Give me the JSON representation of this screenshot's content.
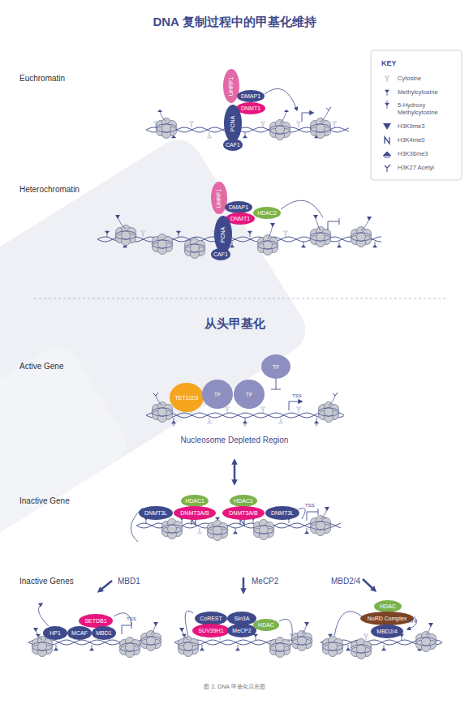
{
  "diagram": {
    "title": "DNA 复制过程中的甲基化维持",
    "caption": "图 2. DNA 甲基化示意图",
    "nodes": [
      {
        "text": [
          "UHRF1"
        ]
      },
      {
        "text": [
          "DMAP1"
        ]
      },
      {
        "text": [
          "DNMT1"
        ]
      },
      {
        "text": [
          "PCNA"
        ]
      },
      {
        "text": [
          "CAF1"
        ]
      },
      {
        "text": [
          "UHRF1"
        ]
      },
      {
        "text": [
          "DMAP1"
        ]
      },
      {
        "text": [
          "DNMT1"
        ]
      },
      {
        "text": [
          "HDAC2"
        ]
      },
      {
        "text": [
          "PCNA"
        ]
      },
      {
        "text": [
          "CAF1"
        ]
      },
      {
        "text": [
          "TF"
        ]
      },
      {
        "text": [
          "TET1/2/3"
        ]
      },
      {
        "text": [
          "TF"
        ]
      },
      {
        "text": [
          "TF"
        ]
      },
      {
        "text": [
          "DNMT3L"
        ]
      },
      {
        "text": [
          "HDAC1"
        ]
      },
      {
        "text": [
          "DNMT3A/B"
        ]
      },
      {
        "text": [
          "HDAC1"
        ]
      },
      {
        "text": [
          "DNMT3A/B"
        ]
      },
      {
        "text": [
          "DNMT3L"
        ]
      },
      {
        "text": [
          "SETDB1"
        ]
      },
      {
        "text": [
          "HP1"
        ]
      },
      {
        "text": [
          "MCAF"
        ]
      },
      {
        "text": [
          "MBD1"
        ]
      },
      {
        "text": [
          "CoREST"
        ]
      },
      {
        "text": [
          "Sin3A"
        ]
      },
      {
        "text": [
          "SUV39H1"
        ]
      },
      {
        "text": [
          "MeCP2"
        ]
      },
      {
        "text": [
          "HDAC"
        ]
      },
      {
        "text": [
          "HDAC"
        ]
      },
      {
        "text": [
          "NuRD Complex"
        ]
      },
      {
        "text": [
          "MBD2/4"
        ]
      }
    ],
    "labels": [
      "Euchromatin",
      "Heterochromatin",
      "从头甲基化",
      "Active Gene",
      "TSS",
      "Nucleosome Depleted Region",
      "Inactive Gene",
      "TSS",
      "Inactive Genes",
      "MBD1",
      "MeCP2",
      "MBD2/4",
      "TSS",
      "ATP",
      "KEY"
    ],
    "legend": [
      {
        "text": "Cytosine"
      },
      {
        "text": "Methylcytosine"
      },
      {
        "text": "5-Hydroxy Methylcytosine"
      },
      {
        "text": "H3K9me3"
      },
      {
        "text": "H3K4me0"
      },
      {
        "text": "H3K36me3"
      },
      {
        "text": "H3K27 Acetyl"
      }
    ]
  }
}
